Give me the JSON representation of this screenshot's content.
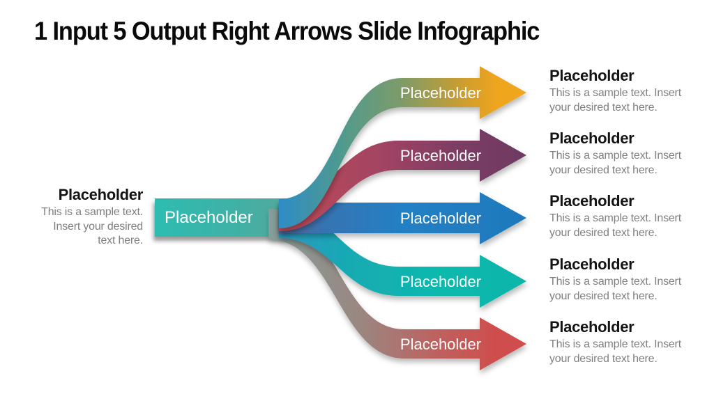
{
  "slide": {
    "title": "1 Input 5 Output Right Arrows Slide Infographic",
    "input": {
      "arrow_label": "Placeholder",
      "heading": "Placeholder",
      "description": "This is a sample text.\nInsert your desired\ntext here.",
      "color": "#2dbcb1"
    },
    "outputs": [
      {
        "arrow_label": "Placeholder",
        "heading": "Placeholder",
        "description": "This is a sample text. Insert\nyour desired text here.",
        "color": "#efa51f"
      },
      {
        "arrow_label": "Placeholder",
        "heading": "Placeholder",
        "description": "This is a sample text. Insert\nyour desired text here.",
        "color": "#6e3a62"
      },
      {
        "arrow_label": "Placeholder",
        "heading": "Placeholder",
        "description": "This is a sample text. Insert\nyour desired text here.",
        "color": "#1e79bc"
      },
      {
        "arrow_label": "Placeholder",
        "heading": "Placeholder",
        "description": "This is a sample text. Insert\nyour desired text here.",
        "color": "#0fb5a9"
      },
      {
        "arrow_label": "Placeholder",
        "heading": "Placeholder",
        "description": "This is a sample text. Insert\nyour desired text here.",
        "color": "#cf4e4d"
      }
    ]
  }
}
